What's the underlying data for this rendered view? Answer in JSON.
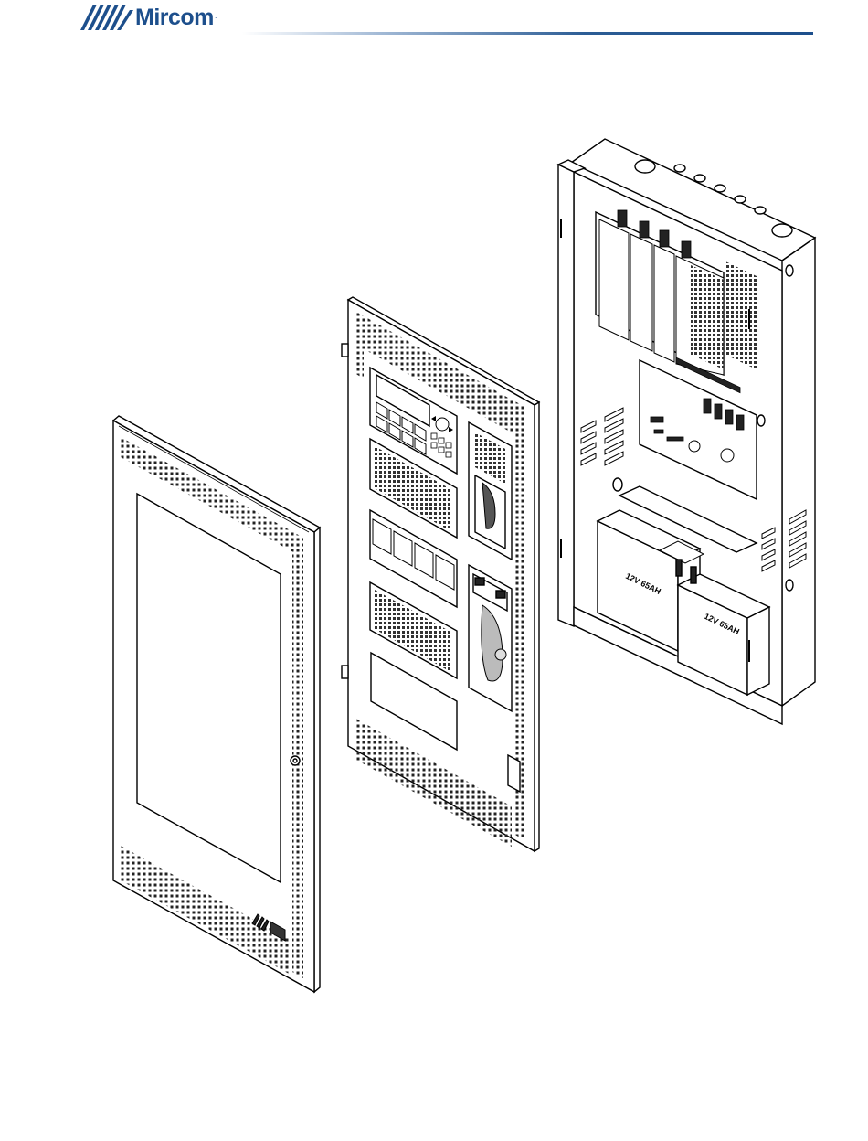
{
  "brand": {
    "name": "Mircom",
    "trademark": "·"
  },
  "cabinet": {
    "battery_left_label": "12V 65AH",
    "battery_right_label": "12V 65AH"
  }
}
